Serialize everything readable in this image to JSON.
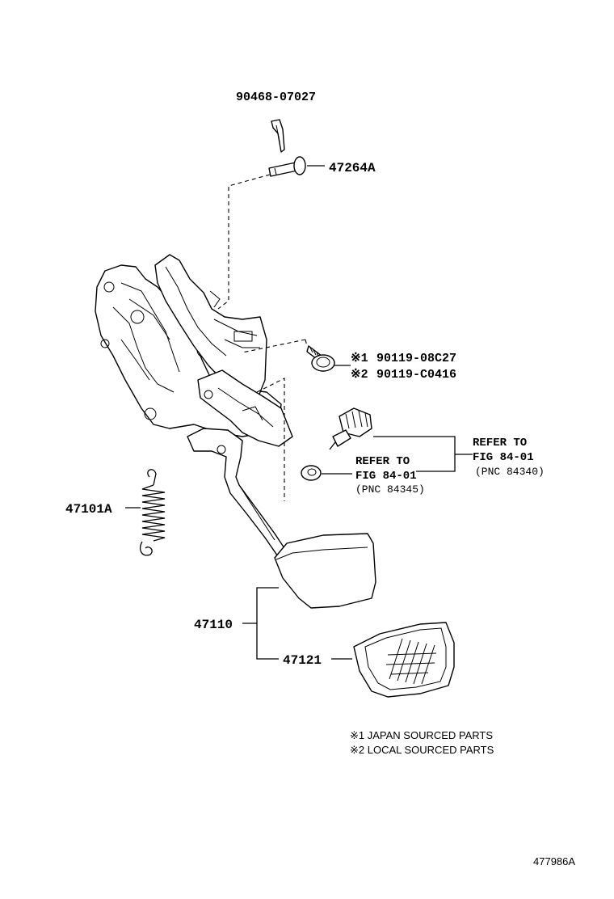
{
  "parts": {
    "clip": "90468-07027",
    "pin": "47264A",
    "bolt_japan": "90119-08C27",
    "bolt_local": "90119-C0416",
    "bolt_japan_mark": "※1",
    "bolt_local_mark": "※2",
    "spring": "47101A",
    "pedal_arm": "47110",
    "pedal_pad": "47121"
  },
  "references": {
    "sensor": {
      "line1": "REFER TO",
      "line2": "FIG 84-01",
      "pnc": "(PNC 84340)"
    },
    "nut": {
      "line1": "REFER TO",
      "line2": "FIG 84-01",
      "pnc": "(PNC 84345)"
    }
  },
  "notes": {
    "note1": "※1 JAPAN SOURCED PARTS",
    "note2": "※2 LOCAL SOURCED PARTS"
  },
  "figure_id": "477986A"
}
